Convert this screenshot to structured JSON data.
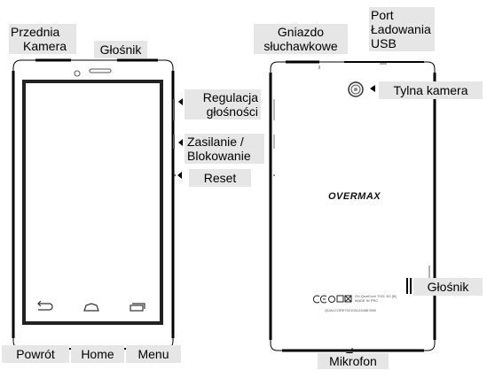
{
  "labels": {
    "front_camera": [
      "Przednia",
      "Kamera"
    ],
    "speaker_top": "Głośnik",
    "headphone_jack": [
      "Gniazdo",
      "słuchawkowe"
    ],
    "usb_port": [
      "Port",
      "Ładowania",
      "USB"
    ],
    "rear_camera": "Tylna kamera",
    "volume": [
      "Regulacja",
      "głośności"
    ],
    "power_lock": [
      "Zasilanie /",
      "Blokowanie"
    ],
    "reset": "Reset",
    "speaker_back": "Głośnik",
    "back": "Powrót",
    "home": "Home",
    "menu": "Menu",
    "microphone": "Mikrofon"
  },
  "brand_logo": "OVERMAX",
  "device_back_fine_print": {
    "line1": "OV-QualCore 7021 3G (B)",
    "line2": "MADE IN PRC",
    "line3": "QUALCORE7021001234567890"
  },
  "icons": {
    "nav_back": "back-arrow-icon",
    "nav_home": "home-icon",
    "nav_menu": "recent-apps-icon",
    "pointer": "arrow-triangle-icon",
    "rear_camera_lens": "camera-lens-icon",
    "certification_marks": "ce-mark-icon"
  },
  "colors": {
    "label_background": "#e6e6e6",
    "device_outline": "#000000",
    "screen_outline": "#333333"
  }
}
